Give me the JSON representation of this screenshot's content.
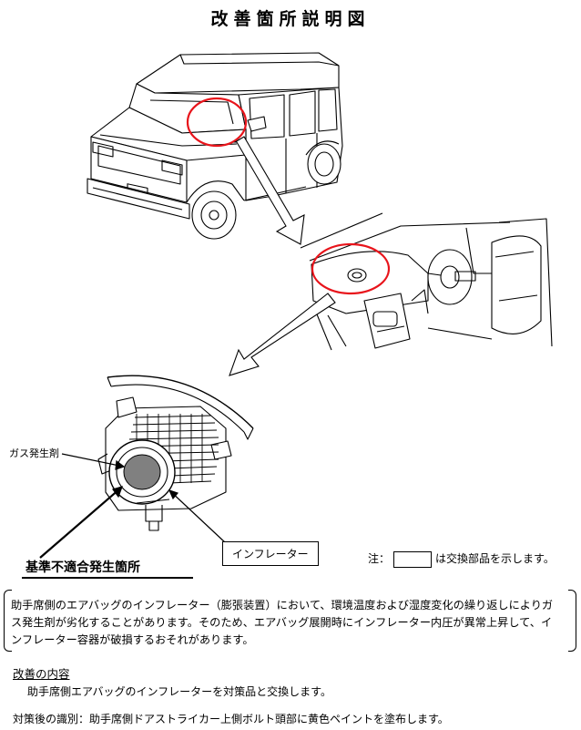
{
  "title": "改善箇所説明図",
  "callouts": {
    "gas_generator": "ガス発生剤",
    "inflator": "インフレーター",
    "non_conformity": "基準不適合発生箇所"
  },
  "note": {
    "prefix": "注：",
    "suffix": "は交換部品を示します。"
  },
  "description": "助手席側のエアバッグのインフレーター（膨張装置）において、環境温度および湿度変化の繰り返しによりガス発生剤が劣化することがあります。そのため、エアバッグ展開時にインフレーター内圧が異常上昇して、インフレーター容器が破損するおそれがあります。",
  "improvement": {
    "heading": "改善の内容",
    "body": "助手席側エアバッグのインフレーターを対策品と交換します。"
  },
  "identification": "対策後の識別：助手席側ドアストライカー上側ボルト頭部に黄色ペイントを塗布します。",
  "colors": {
    "highlight_circle": "#e8141b",
    "gas_generator_fill": "#808080"
  }
}
